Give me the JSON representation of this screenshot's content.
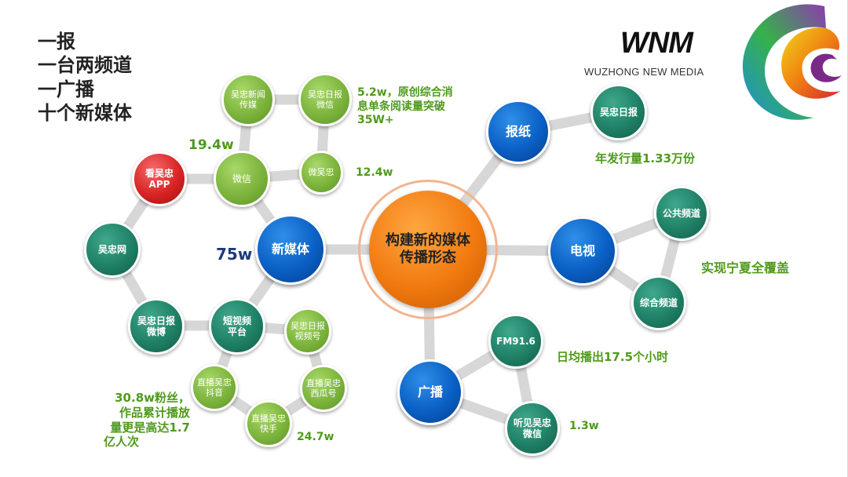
{
  "title_lines": [
    "一报",
    "一台两频道",
    "一广播",
    "十个新媒体"
  ],
  "brand": {
    "logo_text": "WNM",
    "subtitle": "WUZHONG NEW MEDIA"
  },
  "colors": {
    "green_node": "#7cb43c",
    "teal_node": "#1f8066",
    "blue_hub": "#0a5fc4",
    "red_node": "#d82424",
    "center": "#f17a10",
    "annotation_green": "#4f9a1c",
    "annotation_navy": "#1d3b78",
    "connector": "#d7d7d7"
  },
  "center": {
    "lines": [
      "构建新的媒体",
      "传播形态"
    ]
  },
  "hubs": {
    "newspaper": "报纸",
    "tv": "电视",
    "radio": "广播",
    "new_media": "新媒体"
  },
  "nodes": {
    "wuzhong_daily": "吴忠日报",
    "public_channel": "公共频道",
    "general_channel": "综合频道",
    "fm": "FM91.6",
    "tingjian": [
      "听见吴忠",
      "微信"
    ],
    "news_media": [
      "吴忠新闻",
      "传媒"
    ],
    "daily_wechat": [
      "吴忠日报",
      "微信"
    ],
    "wechat": "微信",
    "weiwuzhong": "微吴忠",
    "app": [
      "看吴忠",
      "APP"
    ],
    "wuzhong_web": "吴忠网",
    "weibo": [
      "吴忠日报",
      "微博"
    ],
    "short_video": [
      "短视频",
      "平台"
    ],
    "video_account": [
      "吴忠日报",
      "视频号"
    ],
    "douyin": [
      "直播吴忠",
      "抖音"
    ],
    "xigua": [
      "直播吴忠",
      "西瓜号"
    ],
    "kuaishou": [
      "直播吴忠",
      "快手"
    ]
  },
  "annotations": {
    "annual_circulation": "年发行量1.33万份",
    "full_coverage": "实现宁夏全覆盖",
    "daily_broadcast": "日均播出17.5个小时",
    "tingjian_fans": "1.3w",
    "wechat_reads": [
      "5.2w，原创综合消",
      "息单条阅读量突破",
      "35W+"
    ],
    "wechat_fans": "19.4w",
    "weiwuzhong_fans": "12.4w",
    "new_media_fans": "75w",
    "kuaishou_fans": "24.7w",
    "douyin_stats": [
      "30.8w粉丝，",
      "作品累计播放",
      "量更是高达1.7",
      "亿人次"
    ]
  }
}
